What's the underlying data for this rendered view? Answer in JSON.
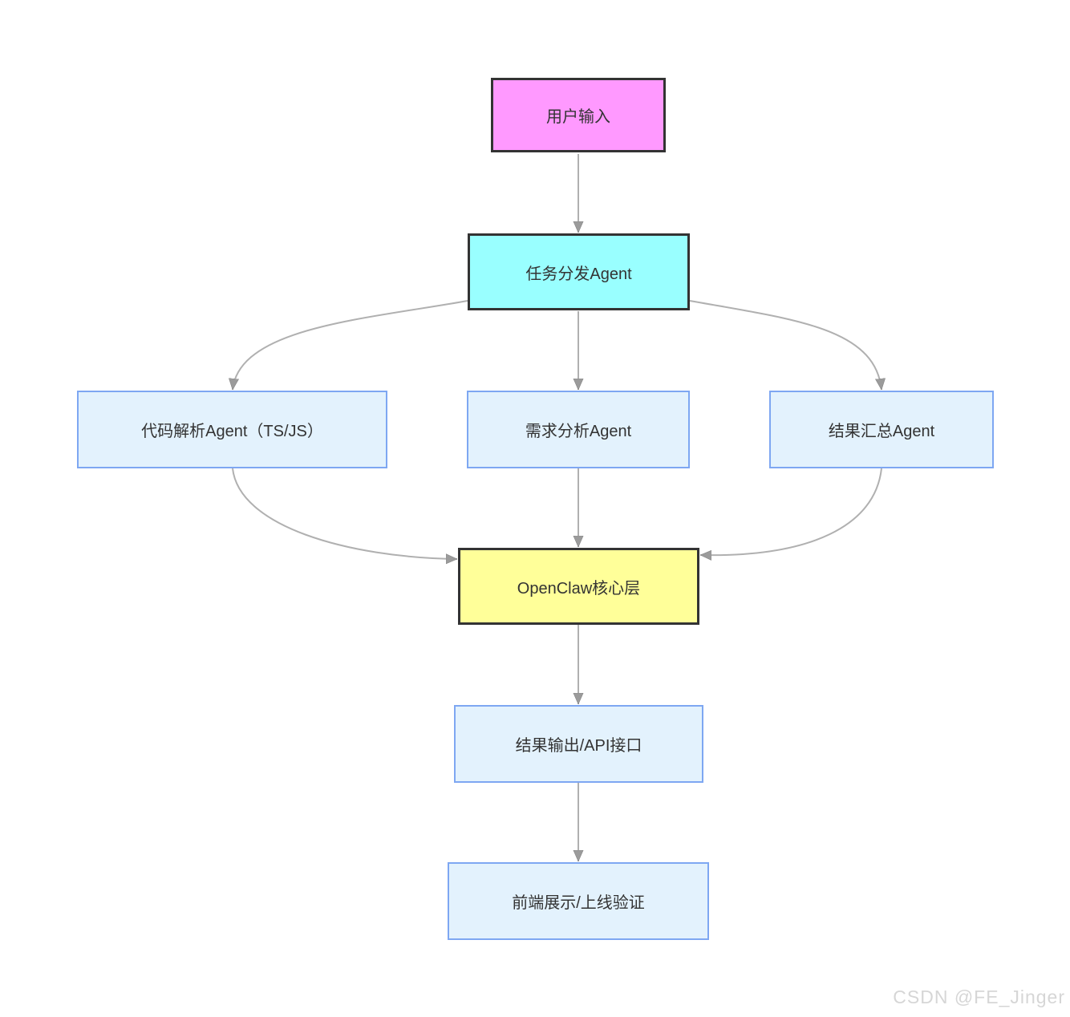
{
  "diagram": {
    "title": "",
    "nodes": [
      {
        "id": "user-input",
        "label": "用户输入",
        "fill": "#ff99ff",
        "border": "#333333"
      },
      {
        "id": "task-dispatch-agent",
        "label": "任务分发Agent",
        "fill": "#99ffff",
        "border": "#333333"
      },
      {
        "id": "code-parse-agent",
        "label": "代码解析Agent（TS/JS）",
        "fill": "#e3f2fd",
        "border": "#7ea7f2"
      },
      {
        "id": "req-analysis-agent",
        "label": "需求分析Agent",
        "fill": "#e3f2fd",
        "border": "#7ea7f2"
      },
      {
        "id": "result-summary-agent",
        "label": "结果汇总Agent",
        "fill": "#e3f2fd",
        "border": "#7ea7f2"
      },
      {
        "id": "openclaw-core",
        "label": "OpenClaw核心层",
        "fill": "#ffff99",
        "border": "#333333"
      },
      {
        "id": "result-output-api",
        "label": "结果输出/API接口",
        "fill": "#e3f2fd",
        "border": "#7ea7f2"
      },
      {
        "id": "frontend-display",
        "label": "前端展示/上线验证",
        "fill": "#e3f2fd",
        "border": "#7ea7f2"
      }
    ],
    "edges": [
      {
        "from": "用户输入",
        "to": "任务分发Agent"
      },
      {
        "from": "任务分发Agent",
        "to": "代码解析Agent（TS/JS）"
      },
      {
        "from": "任务分发Agent",
        "to": "需求分析Agent"
      },
      {
        "from": "任务分发Agent",
        "to": "结果汇总Agent"
      },
      {
        "from": "代码解析Agent（TS/JS）",
        "to": "OpenClaw核心层"
      },
      {
        "from": "需求分析Agent",
        "to": "OpenClaw核心层"
      },
      {
        "from": "结果汇总Agent",
        "to": "OpenClaw核心层"
      },
      {
        "from": "OpenClaw核心层",
        "to": "结果输出/API接口"
      },
      {
        "from": "结果输出/API接口",
        "to": "前端展示/上线验证"
      }
    ],
    "edge_color": "#b0b0b0",
    "arrowhead_color": "#9b9b9b",
    "text_color": "#333333",
    "background": "#ffffff"
  },
  "watermark": {
    "text": "CSDN @FE_Jinger"
  }
}
